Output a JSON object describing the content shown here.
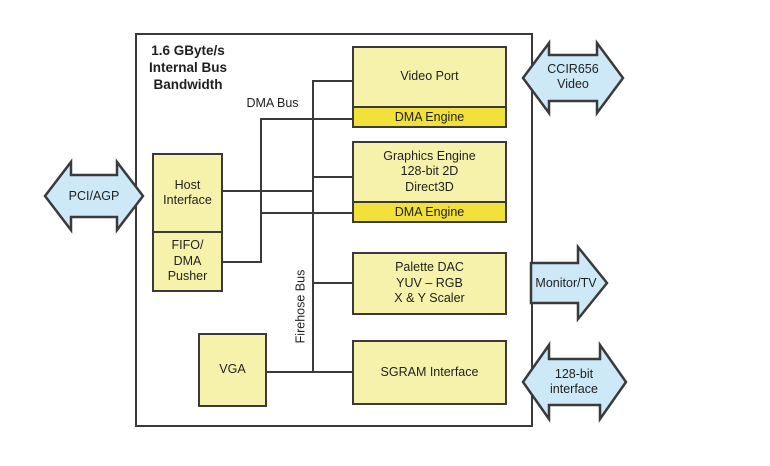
{
  "diagram": {
    "title": "1.6 GByte/s\nInternal Bus\nBandwidth",
    "blocks": {
      "host_interface": "Host\nInterface",
      "fifo_dma_pusher": "FIFO/\nDMA\nPusher",
      "vga": "VGA",
      "video_port": {
        "label": "Video Port",
        "dma": "DMA Engine"
      },
      "graphics_engine": {
        "label": "Graphics Engine\n128-bit 2D\nDirect3D",
        "dma": "DMA Engine"
      },
      "palette_dac": "Palette DAC\nYUV – RGB\nX & Y Scaler",
      "sgram_interface": "SGRAM Interface"
    },
    "buses": {
      "dma_bus": "DMA Bus",
      "firehose_bus": "Firehose Bus"
    },
    "arrows": {
      "pci_agp": "PCI/AGP",
      "ccir656": "CCIR656\nVideo",
      "monitor_tv": "Monitor/TV",
      "interface_128": "128-bit\ninterface"
    },
    "colors": {
      "block_fill": "#f7f2ab",
      "dma_strip_fill": "#f2e13a",
      "arrow_fill": "#cde9f8",
      "line": "#3a3a3a"
    }
  }
}
